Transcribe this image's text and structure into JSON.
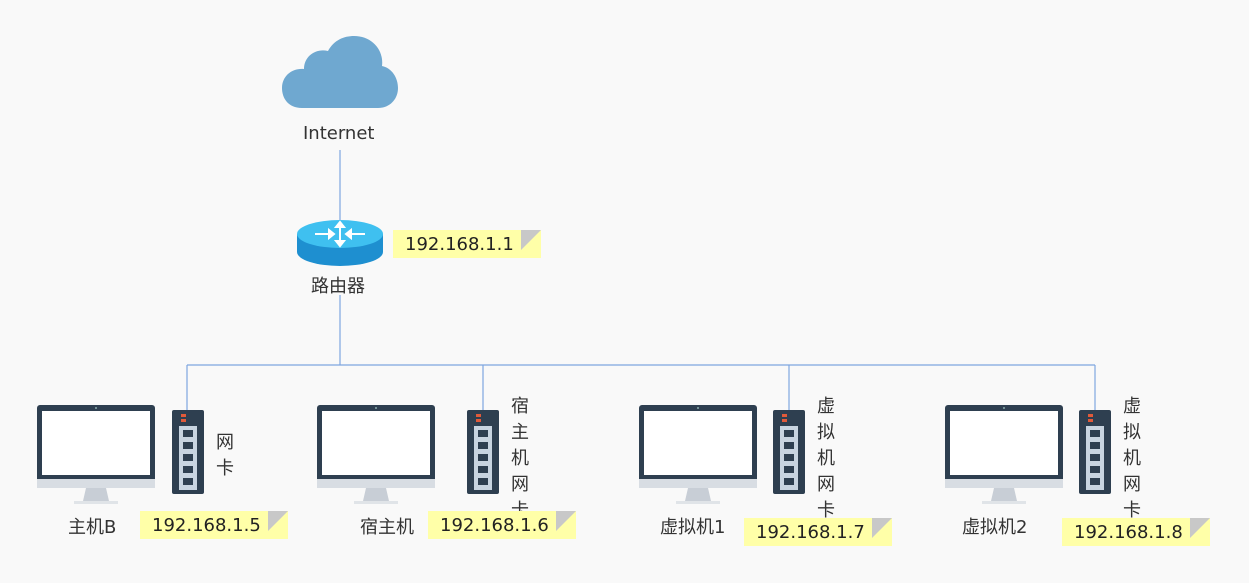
{
  "internet": {
    "label": "Internet"
  },
  "router": {
    "label": "路由器",
    "ip": "192.168.1.1"
  },
  "nodes": [
    {
      "host_label": "主机B",
      "nic_label": "网卡",
      "ip": "192.168.1.5"
    },
    {
      "host_label": "宿主机",
      "nic_label": "宿主机网卡",
      "ip": "192.168.1.6"
    },
    {
      "host_label": "虚拟机1",
      "nic_label": "虚拟机网卡",
      "ip": "192.168.1.7"
    },
    {
      "host_label": "虚拟机2",
      "nic_label": "虚拟机网卡",
      "ip": "192.168.1.8"
    }
  ],
  "colors": {
    "line": "#7ea6e0",
    "cloud": "#6fa8d0",
    "router": "#29a9e0",
    "note": "#ffffa8"
  }
}
